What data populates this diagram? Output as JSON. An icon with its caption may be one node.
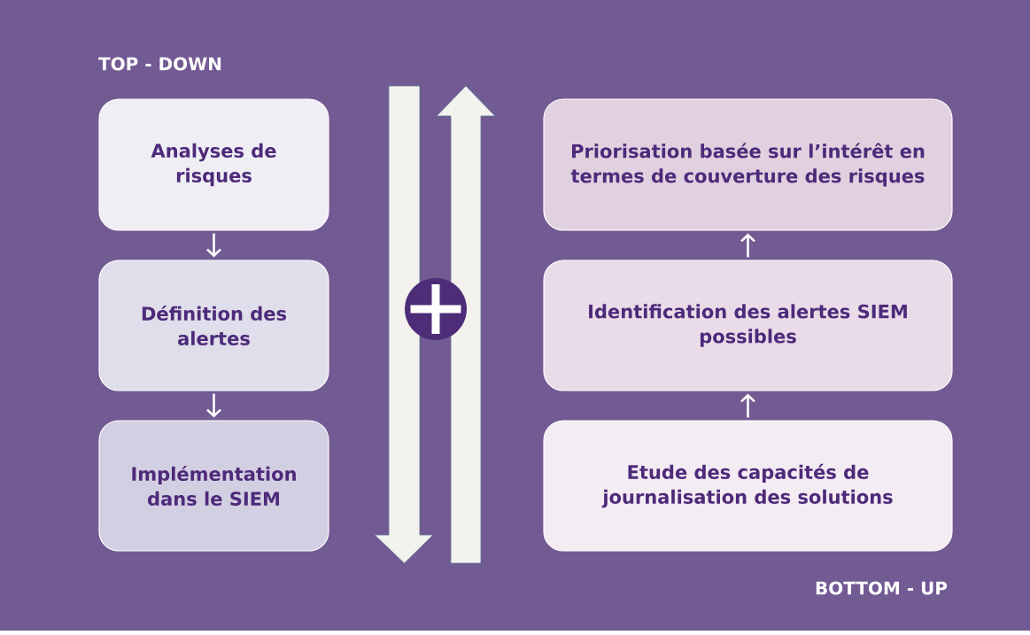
{
  "diagram": {
    "nodes": [
      {
        "text": [
          "Analyses de risques"
        ]
      },
      {
        "text": [
          "Définition des alertes"
        ]
      },
      {
        "text": [
          "Implémentation dans le SIEM"
        ]
      },
      {
        "text": [
          "Priorisation basée sur l’intérêt en termes de couverture des risques"
        ]
      },
      {
        "text": [
          "Identification des alertes SIEM possibles"
        ]
      },
      {
        "text": [
          "Etude des capacités de journalisation des solutions"
        ]
      }
    ],
    "edges": [
      {
        "from": 0,
        "to": 1,
        "arrow": "to"
      },
      {
        "from": 1,
        "to": 2,
        "arrow": "to"
      },
      {
        "from": 5,
        "to": 4,
        "arrow": "to"
      },
      {
        "from": 4,
        "to": 3,
        "arrow": "to"
      }
    ],
    "labels": [
      "TOP - DOWN",
      "BOTTOM - UP"
    ]
  }
}
